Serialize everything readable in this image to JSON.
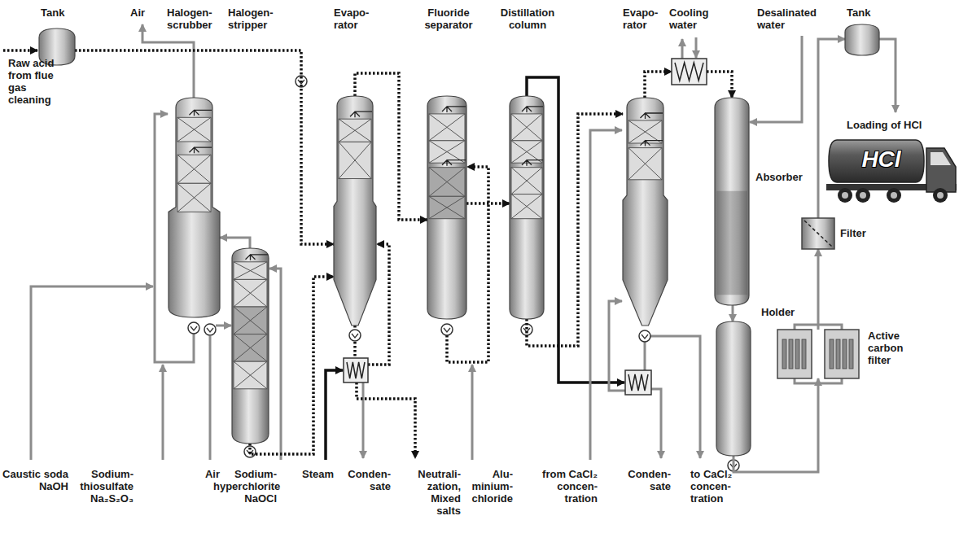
{
  "diagram": {
    "nodes": [
      {
        "text": [
          "Tank"
        ]
      },
      {
        "text": [
          "Halogen- scrubber"
        ]
      },
      {
        "text": [
          "Halogen- stripper"
        ]
      },
      {
        "text": [
          "Evapo- rator"
        ]
      },
      {
        "text": [
          "Fluoride separator"
        ]
      },
      {
        "text": [
          "Distillation column"
        ]
      },
      {
        "text": [
          "Evapo- rator"
        ]
      },
      {
        "text": [
          "Cooling water"
        ]
      },
      {
        "text": [
          "Absorber"
        ]
      },
      {
        "text": [
          "Tank"
        ]
      },
      {
        "text": [
          "Filter"
        ]
      },
      {
        "text": [
          "Holder"
        ]
      },
      {
        "text": [
          "Active carbon filter"
        ]
      }
    ],
    "edges": [
      {
        "from": 0,
        "to": 3,
        "arrow": "to"
      },
      {
        "from": 2,
        "to": 1,
        "arrow": "to"
      },
      {
        "from": 2,
        "to": 3,
        "arrow": "to"
      },
      {
        "from": 3,
        "to": 4,
        "arrow": "to"
      },
      {
        "from": 4,
        "to": 5,
        "arrow": "to"
      },
      {
        "from": 5,
        "to": 6,
        "arrow": "to"
      },
      {
        "from": 6,
        "to": 7,
        "arrow": "to"
      },
      {
        "from": 7,
        "to": 8,
        "arrow": "to"
      },
      {
        "from": 8,
        "to": 11,
        "arrow": "to"
      },
      {
        "from": 11,
        "to": 12,
        "arrow": "to"
      },
      {
        "from": 12,
        "to": 10,
        "arrow": "to"
      },
      {
        "from": 10,
        "to": 9,
        "arrow": "to"
      }
    ],
    "labels": [
      "Air",
      "Raw acid from flue gas cleaning",
      "Desalinated water",
      "Loading of HCl",
      "HCl",
      "Caustic soda NaOH",
      "Sodium- thiosulfate Na₂S₂O₃",
      "Air",
      "Sodium- hyperchlorite NaOCl",
      "Steam",
      "Conden- sate",
      "Neutrali- zation, Mixed salts",
      "Alu- minium- chloride",
      "from CaCl₂ concen- tration",
      "Conden- sate",
      "to CaCl₂ concen- tration"
    ]
  }
}
